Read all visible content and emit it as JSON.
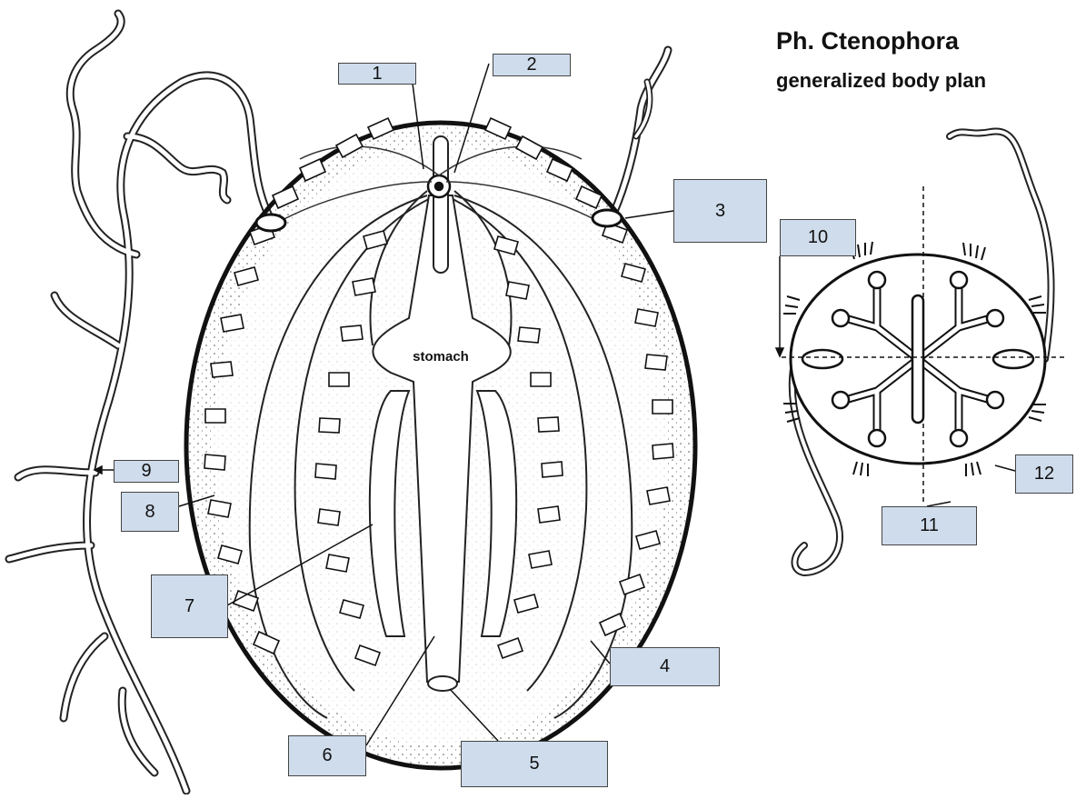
{
  "title": "Ph. Ctenophora",
  "subtitle": "generalized body plan",
  "stomach_label": "stomach",
  "labels": [
    "1",
    "2",
    "3",
    "4",
    "5",
    "6",
    "7",
    "8",
    "9",
    "10",
    "11",
    "12"
  ],
  "colors": {
    "label_box": "#cfdcec",
    "ink": "#1a1a1a"
  },
  "icons": [
    "ctenophore-body-drawing",
    "cross-section-drawing"
  ]
}
